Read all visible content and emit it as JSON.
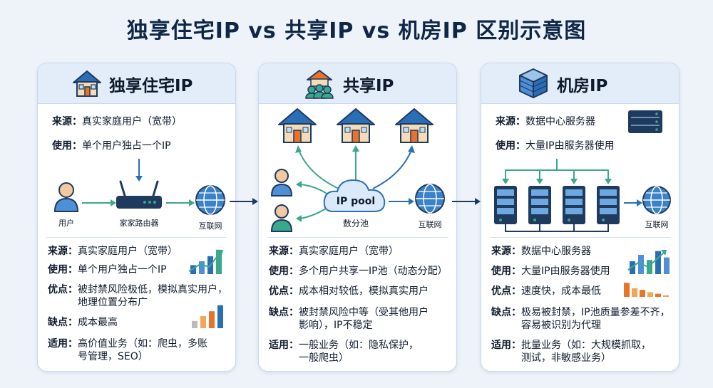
{
  "title": "独享住宅IP vs 共享IP vs 机房IP 区别示意图",
  "colors": {
    "accent": "#2a6fb5",
    "green": "#3aa88a",
    "navy": "#1f3a5f",
    "orange": "#e8742b"
  },
  "panels": {
    "residential": {
      "title": "独享住宅IP",
      "top_source_k": "来源：",
      "top_source_v": "真实家庭用户（宽带）",
      "top_usage_k": "使用：",
      "top_usage_v": "单个用户独占一个IP",
      "node_user": "用户",
      "node_router": "家家路由器",
      "node_internet": "互联网",
      "source_k": "来源：",
      "source_v": "真实家庭用户（宽带）",
      "usage_k": "使用：",
      "usage_v": "单个用户独占一个IP",
      "pros_k": "优点：",
      "pros_v": "被封禁风险极低，模拟真实用户，",
      "pros_v2": "地理位置分布广",
      "cons_k": "缺点：",
      "cons_v": "成本最高",
      "use_k": "适用：",
      "use_v": "高价值业务（如：爬虫，多账",
      "use_v2": "号管理，SEO）",
      "chart_up": [
        0.35,
        0.5,
        0.7,
        0.95
      ],
      "chart_cost": [
        0.3,
        0.5,
        0.7,
        0.95
      ]
    },
    "shared": {
      "title": "共享IP",
      "pool_label": "IP pool",
      "node_pool": "数分池",
      "node_internet": "互联网",
      "source_k": "来源：",
      "source_v": "真实家庭用户（宽带）",
      "usage_k": "使用：",
      "usage_v": "多个用户共享一IP池（动态分配）",
      "pros_k": "优点：",
      "pros_v": "成本相对较低，模拟真实用户",
      "cons_k": "缺点：",
      "cons_v": "被封禁风险中等（受其他用户",
      "cons_v2": "影响），IP不稳定",
      "use_k": "适用：",
      "use_v": "一般业务（如：隐私保护，",
      "use_v2": "一般爬虫）"
    },
    "datacenter": {
      "title": "机房IP",
      "top_source_k": "来源：",
      "top_source_v": "数据中心服务器",
      "top_usage_k": "使用：",
      "top_usage_v": "大量IP由服务器使用",
      "node_internet": "互联网",
      "source_k": "来源：",
      "source_v": "数据中心服务器",
      "usage_k": "使用：",
      "usage_v": "大量IP由服务器使用",
      "pros_k": "优点：",
      "pros_v": "速度快，成本最低",
      "cons_k": "缺点：",
      "cons_v": "极易被封禁，IP池质量参差不齐，",
      "cons_v2": "容易被识别为代理",
      "use_k": "适用：",
      "use_v": "批量业务（如：大规模抓取，",
      "use_v2": "测试，非敏感业务）",
      "chart_up": [
        0.5,
        0.75,
        0.55,
        0.9,
        0.65
      ],
      "chart_cost": [
        0.9,
        0.55,
        0.45,
        0.3,
        0.2,
        0.1
      ]
    }
  }
}
